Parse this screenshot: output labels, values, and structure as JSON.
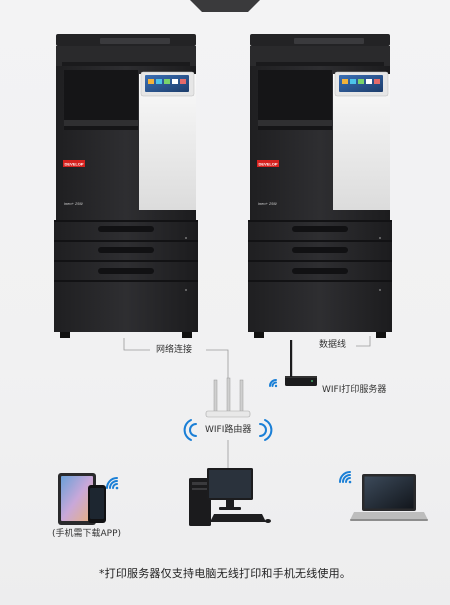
{
  "labels": {
    "wired": "网络连接",
    "cable": "数据线",
    "wifi_print_server": "WIFI打印服务器",
    "wifi_router": "WIFI路由器",
    "phone_app": "(手机需下载APP)"
  },
  "brand": "DEVELOP",
  "models": {
    "left": "ineo+ 256i",
    "right": "ineo+ 256i"
  },
  "footnote": "*打印服务器仅支持电脑无线打印和手机无线使用。",
  "colors": {
    "body": "#2b2b2d",
    "body_dark": "#1e1e20",
    "panel_white": "#f2f2f2",
    "brand_red": "#d6221f",
    "wifi_blue": "#1a7fd6",
    "line": "#9a9a9a"
  }
}
